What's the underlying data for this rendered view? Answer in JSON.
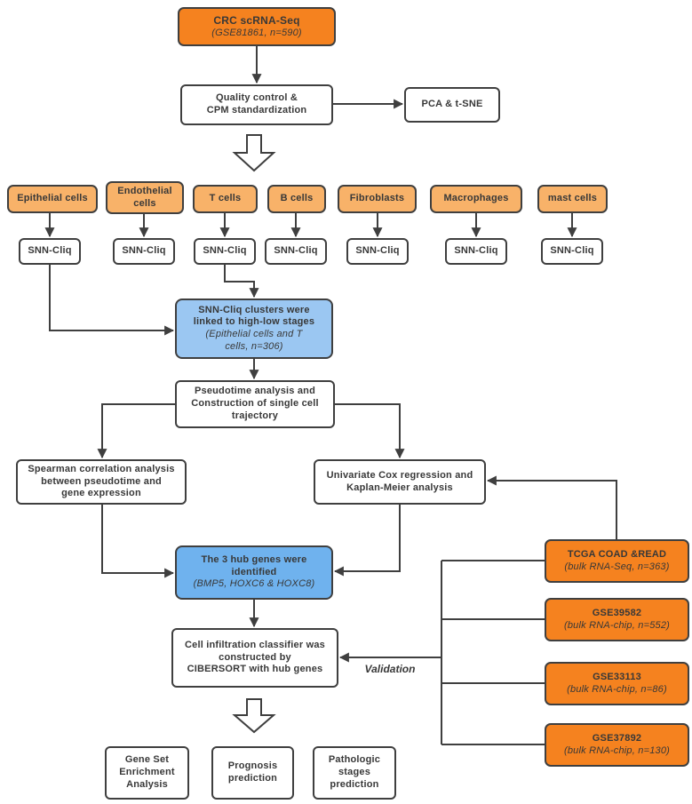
{
  "flowchart": {
    "crc": {
      "title": "CRC scRNA-Seq",
      "subtitle": "(GSE81861, n=590)"
    },
    "qc": {
      "title": "Quality control &\nCPM standardization"
    },
    "pca": {
      "title": "PCA & t-SNE"
    },
    "cell_types": [
      {
        "label": "Epithelial cells"
      },
      {
        "label": "Endothelial\ncells"
      },
      {
        "label": "T cells"
      },
      {
        "label": "B cells"
      },
      {
        "label": "Fibroblasts"
      },
      {
        "label": "Macrophages"
      },
      {
        "label": "mast cells"
      }
    ],
    "snn_label": "SNN-Cliq",
    "clusters": {
      "title": "SNN-Cliq clusters were\nlinked to high-low stages",
      "subtitle": "(Epithelial cells and T\ncells, n=306)"
    },
    "pseudotime": {
      "title": "Pseudotime analysis and\nConstruction of single cell\ntrajectory"
    },
    "spearman": {
      "title": "Spearman correlation analysis\nbetween pseudotime and\ngene expression"
    },
    "cox": {
      "title": "Univariate Cox regression and\nKaplan-Meier analysis"
    },
    "hub_genes": {
      "title": "The 3 hub genes were\nidentified",
      "subtitle": "(BMP5, HOXC6 & HOXC8)"
    },
    "cibersort": {
      "title": "Cell infiltration classifier was\nconstructed by\nCIBERSORT with hub genes"
    },
    "validation_label": "Validation",
    "datasets": [
      {
        "title": "TCGA COAD &READ",
        "subtitle": "(bulk RNA-Seq, n=363)"
      },
      {
        "title": "GSE39582",
        "subtitle": "(bulk RNA-chip, n=552)"
      },
      {
        "title": "GSE33113",
        "subtitle": "(bulk RNA-chip, n=86)"
      },
      {
        "title": "GSE37892",
        "subtitle": "(bulk RNA-chip, n=130)"
      }
    ],
    "outcomes": [
      {
        "title": "Gene Set\nEnrichment\nAnalysis"
      },
      {
        "title": "Prognosis\nprediction"
      },
      {
        "title": "Pathologic\nstages\nprediction"
      }
    ],
    "colors": {
      "orange_dark": "#F5821F",
      "orange_light": "#F8B269",
      "blue_light": "#9BC7F2",
      "blue_medium": "#6FB2EE",
      "line": "#3F3F3F"
    }
  }
}
